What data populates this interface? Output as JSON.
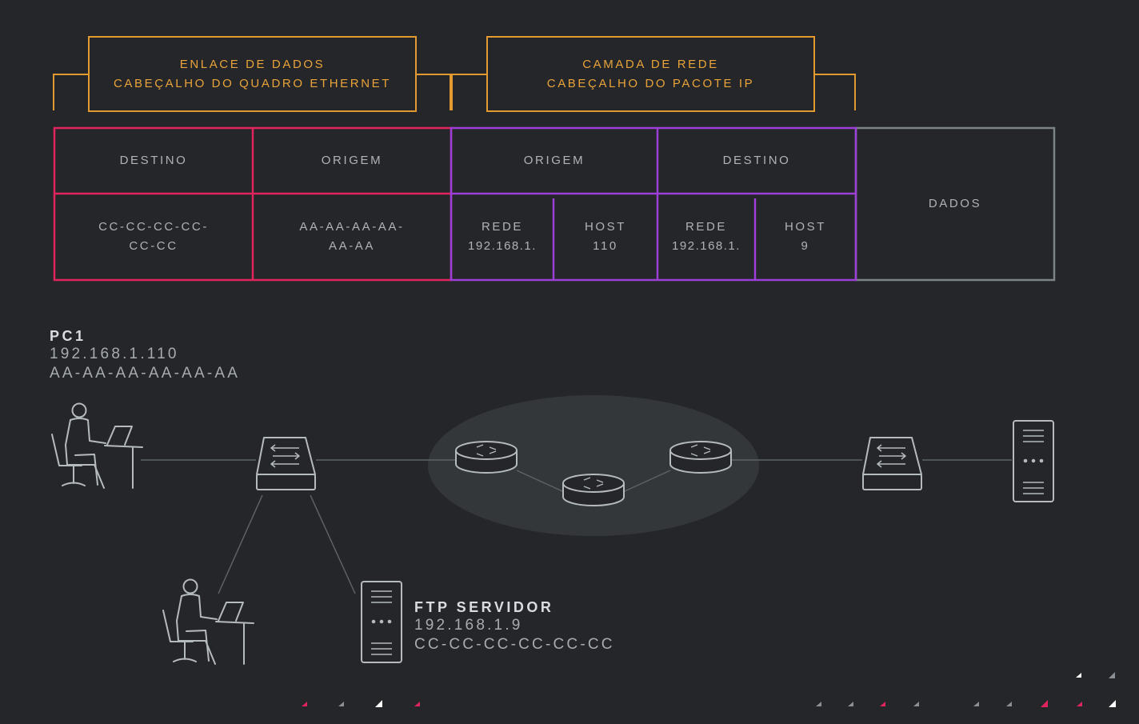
{
  "header_boxes": {
    "datalink": {
      "line1": "ENLACE DE DADOS",
      "line2": "CABEÇALHO DO QUADRO ETHERNET"
    },
    "network": {
      "line1": "CAMADA DE REDE",
      "line2": "CABEÇALHO DO PACOTE IP"
    }
  },
  "frame": {
    "mac_dest_label": "DESTINO",
    "mac_src_label": "ORIGEM",
    "mac_dest_value": [
      "CC-CC-CC-CC-",
      "CC-CC"
    ],
    "mac_src_value": [
      "AA-AA-AA-AA-",
      "AA-AA"
    ],
    "ip_src_label": "ORIGEM",
    "ip_dest_label": "DESTINO",
    "ip_src_net": [
      "REDE",
      "192.168.1."
    ],
    "ip_src_host": [
      "HOST",
      "110"
    ],
    "ip_dest_net": [
      "REDE",
      "192.168.1."
    ],
    "ip_dest_host": [
      "HOST",
      "9"
    ],
    "data_label": "DADOS"
  },
  "pc1": {
    "title": "PC1",
    "ip": "192.168.1.110",
    "mac": "AA-AA-AA-AA-AA-AA"
  },
  "ftp": {
    "title": "FTP SERVIDOR",
    "ip": "192.168.1.9",
    "mac": "CC-CC-CC-CC-CC-CC"
  },
  "colors": {
    "background": "#252629",
    "header_orange": "#e39b2f",
    "ethernet_red": "#e0245e",
    "ip_purple": "#9b3fd6",
    "data_gray": "#7d8489",
    "icon_stroke": "#b4babe",
    "link_line": "#5c6266",
    "cloud": "#34373a"
  },
  "icons": [
    "person-at-desk-icon",
    "switch-icon",
    "router-icon",
    "server-icon"
  ]
}
